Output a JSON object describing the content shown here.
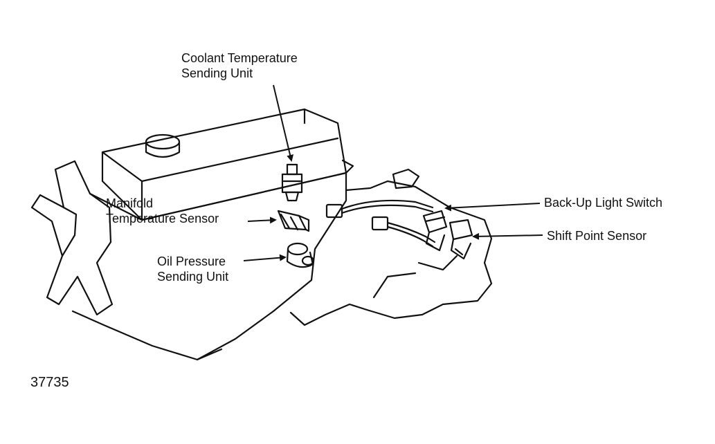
{
  "labels": {
    "coolant_line1": "Coolant Temperature",
    "coolant_line2": "Sending Unit",
    "manifold_line1": "Manifold",
    "manifold_line2": "Temperature Sensor",
    "oil_line1": "Oil Pressure",
    "oil_line2": "Sending Unit",
    "backup": "Back-Up Light Switch",
    "shift": "Shift Point Sensor"
  },
  "figure_number": "37735",
  "colors": {
    "ink": "#111111",
    "background": "#ffffff"
  }
}
